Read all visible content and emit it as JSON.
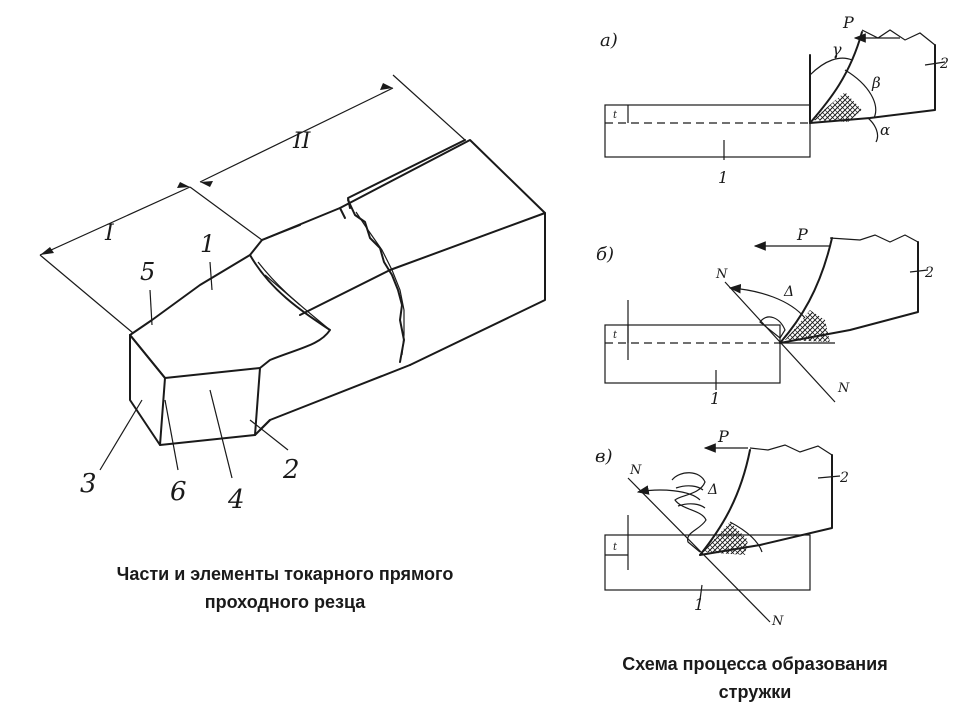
{
  "left_figure": {
    "zone_labels": [
      "I",
      "II"
    ],
    "part_labels": {
      "p1": "1",
      "p2": "2",
      "p3": "3",
      "p4": "4",
      "p5": "5",
      "p6": "6"
    },
    "caption_line1": "Части и элементы токарного прямого",
    "caption_line2": "проходного резца"
  },
  "right_figure": {
    "panels": [
      {
        "tag": "а)",
        "force": "P",
        "gamma": "γ",
        "beta": "β",
        "alpha": "α",
        "tool": "2",
        "workpiece": "1",
        "depth": "t"
      },
      {
        "tag": "б)",
        "force": "P",
        "shear": "N",
        "shear2": "N",
        "delta": "Δ",
        "tool": "2",
        "workpiece": "1",
        "depth": "t"
      },
      {
        "tag": "в)",
        "force": "P",
        "shear": "N",
        "shear2": "N",
        "delta": "Δ",
        "tool": "2",
        "workpiece": "1",
        "depth": "t"
      }
    ],
    "caption_line1": "Схема процесса образования",
    "caption_line2": "стружки"
  }
}
